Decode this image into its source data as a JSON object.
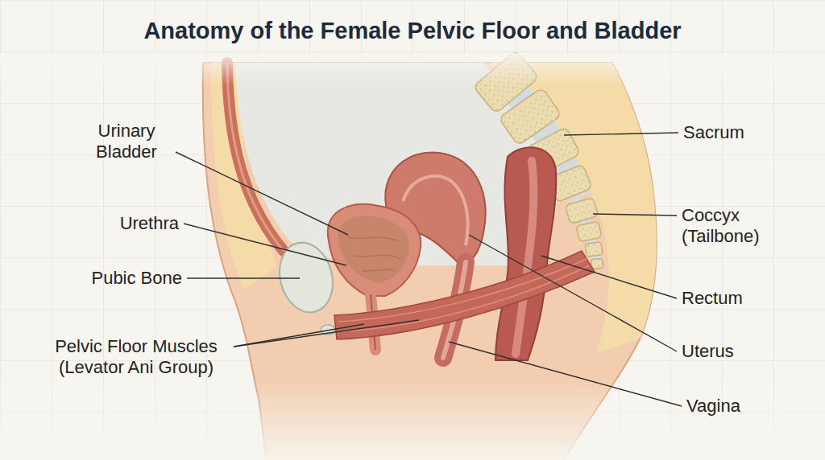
{
  "diagram": {
    "title": "Anatomy of the Female Pelvic Floor and Bladder",
    "labels": [
      "Urinary Bladder",
      "Urethra",
      "Pubic Bone",
      "Pelvic Floor Muscles (Levator Ani Group)",
      "Sacrum",
      "Coccyx (Tailbone)",
      "Rectum",
      "Uterus",
      "Vagina"
    ]
  }
}
